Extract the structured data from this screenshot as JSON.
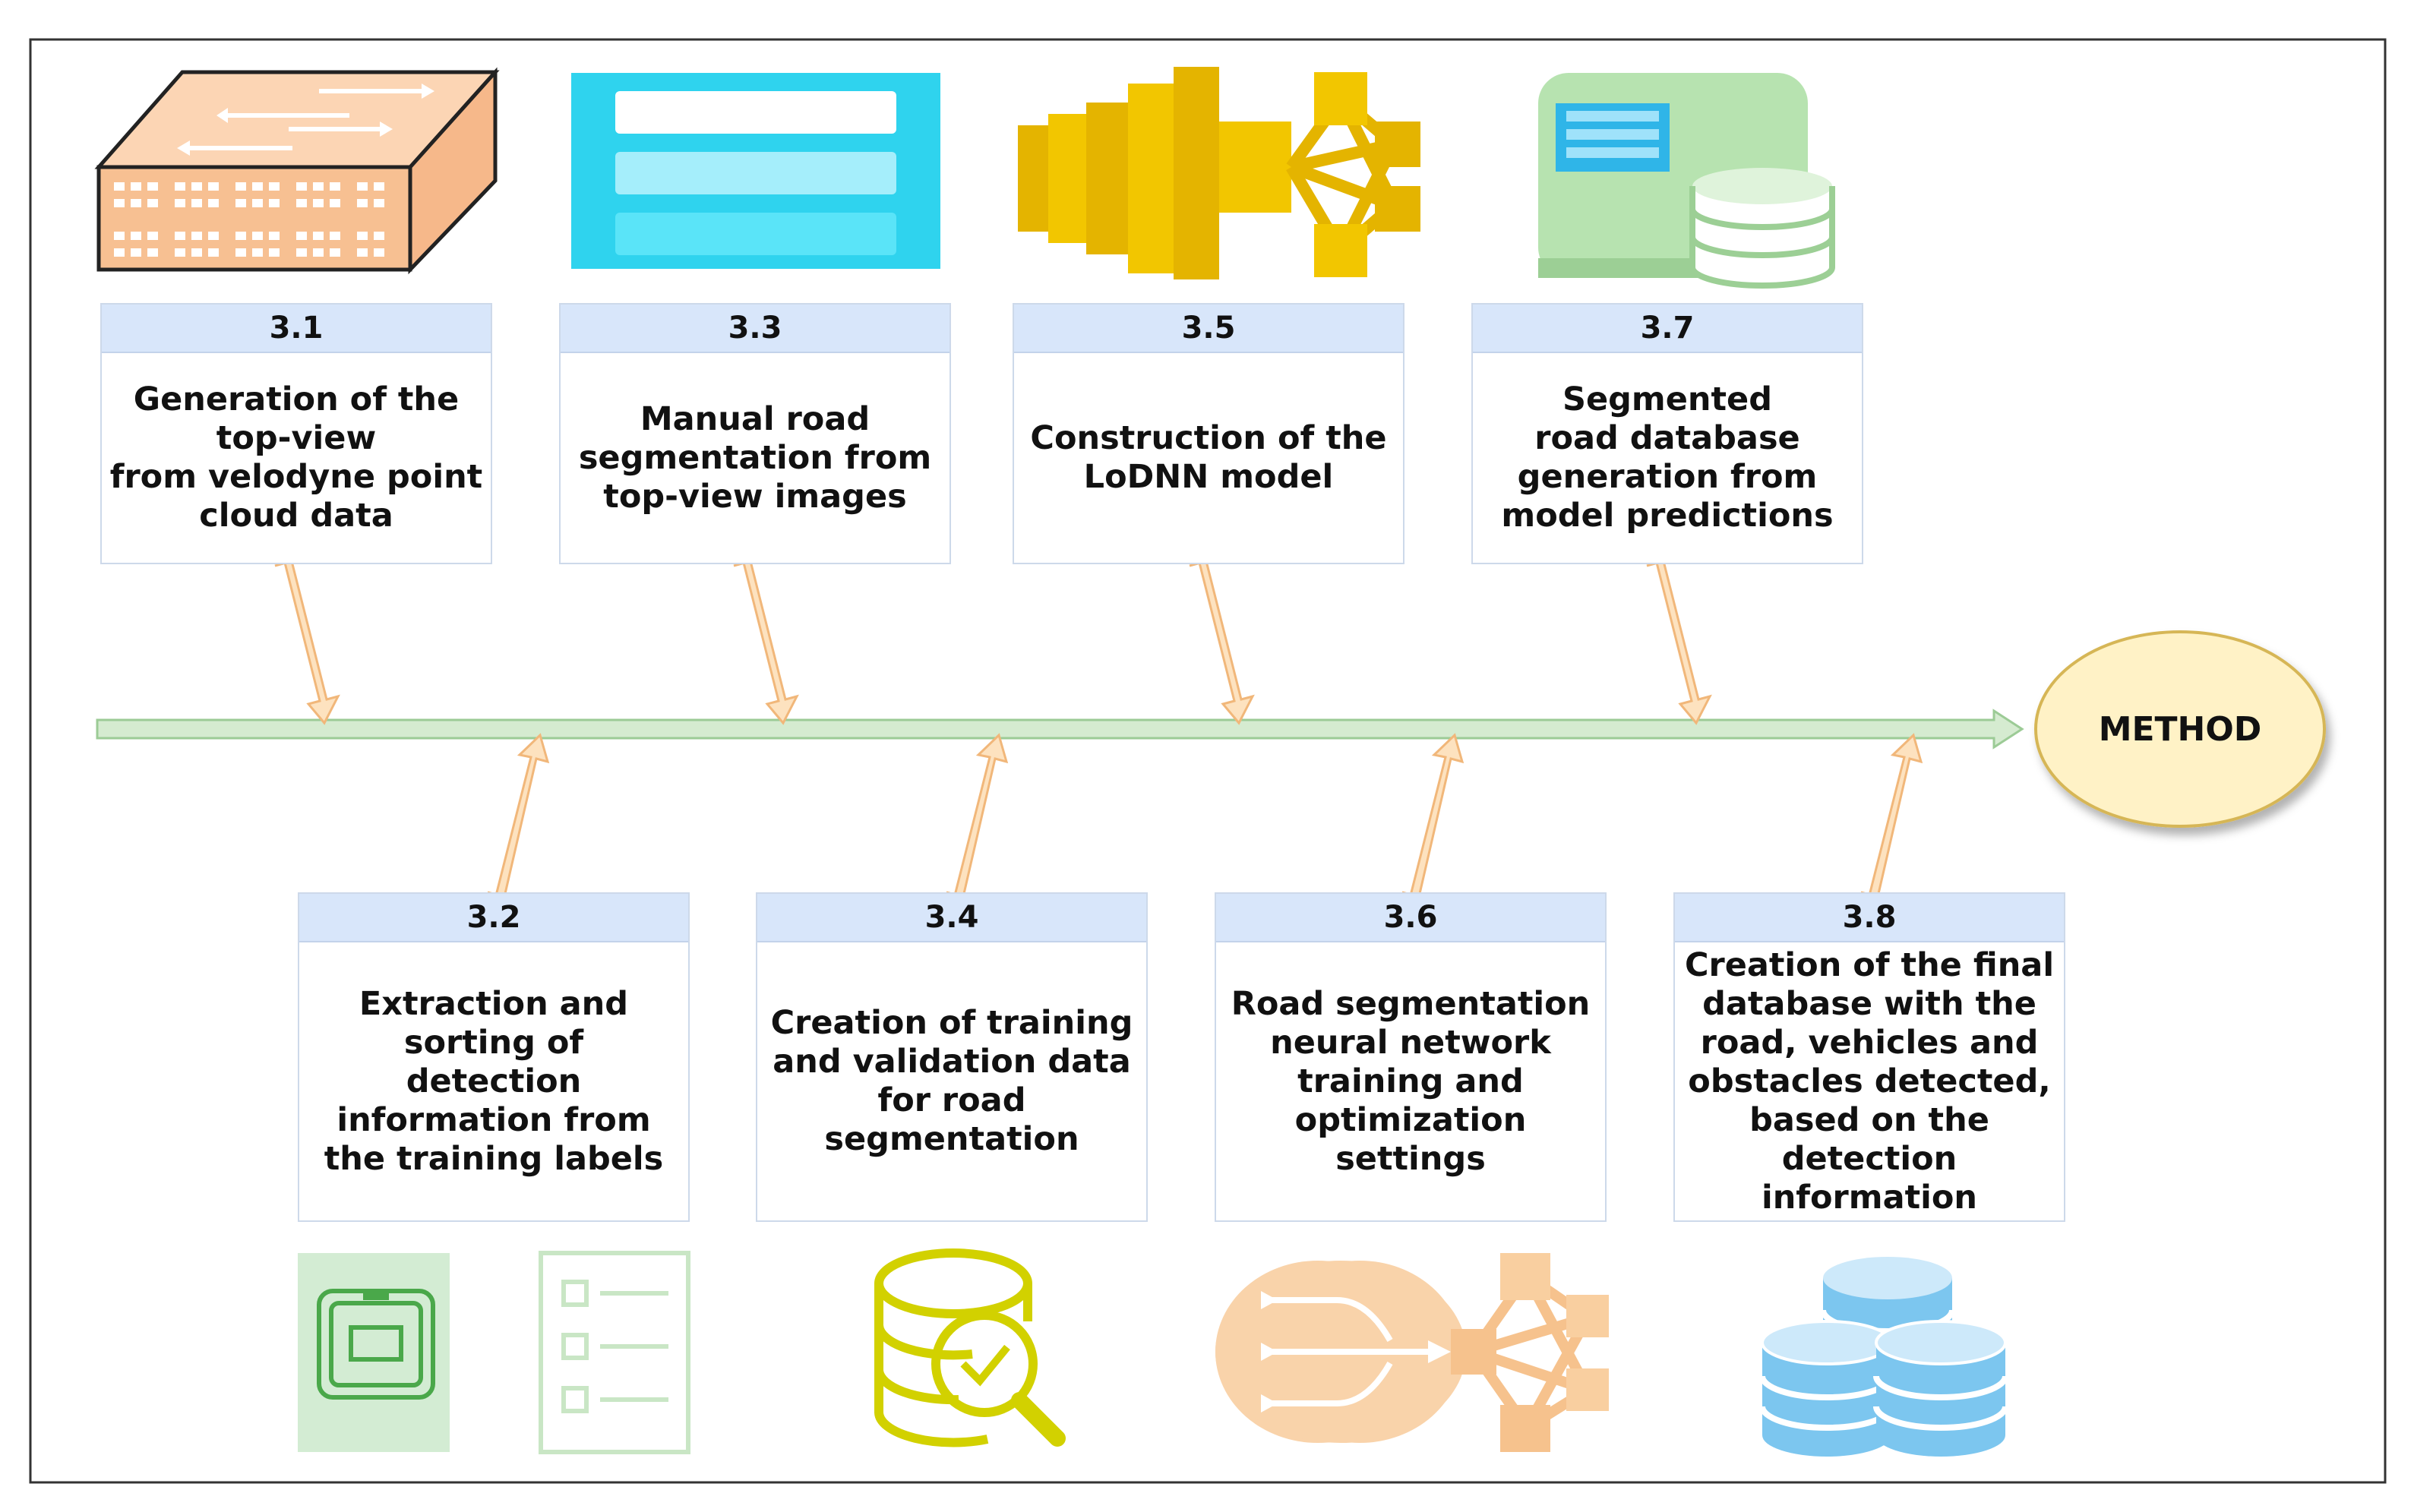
{
  "method_label": "METHOD",
  "steps_top": [
    {
      "number": "3.1",
      "text": "Generation of the\ntop-view\nfrom velodyne point\ncloud data",
      "icon": "3d-cube-arrows-icon"
    },
    {
      "number": "3.3",
      "text": "Manual road\nsegmentation from\ntop-view images",
      "icon": "form-panel-icon"
    },
    {
      "number": "3.5",
      "text": "Construction of the\nLoDNN model",
      "icon": "neural-network-icon"
    },
    {
      "number": "3.7",
      "text": "Segmented\nroad database\ngeneration from\nmodel predictions",
      "icon": "database-window-icon"
    }
  ],
  "steps_bottom": [
    {
      "number": "3.2",
      "text": "Extraction and\nsorting of\ndetection\ninformation from\nthe training labels",
      "icon": "sensor-checklist-icon"
    },
    {
      "number": "3.4",
      "text": "Creation of training\nand validation data\nfor road\nsegmentation",
      "icon": "database-search-icon"
    },
    {
      "number": "3.6",
      "text": "Road segmentation\nneural network\ntraining and\noptimization\nsettings",
      "icon": "router-network-icon"
    },
    {
      "number": "3.8",
      "text": "Creation of the final\ndatabase with the\nroad, vehicles and\nobstacles detected,\nbased on the\ndetection\ninformation",
      "icon": "database-stack-icon"
    }
  ],
  "colors": {
    "frame": "#333333",
    "header_fill": "#d8e6fa",
    "spine": "#d5ebd0",
    "spine_stroke": "#9ccb96",
    "arrow_fill": "#fde2bf",
    "arrow_stroke": "#f1b77a",
    "method_fill": "#fff2c6",
    "method_stroke": "#d6b656"
  }
}
